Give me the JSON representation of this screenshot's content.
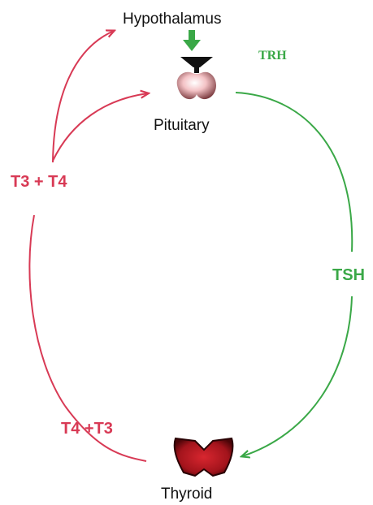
{
  "organs": {
    "hypothalamus": "Hypothalamus",
    "pituitary": "Pituitary",
    "thyroid": "Thyroid"
  },
  "hormones": {
    "trh": "TRH",
    "tsh": "TSH",
    "feedback_upper": "T3 + T4",
    "feedback_lower": "T4 +T3"
  },
  "colors": {
    "feedback_red": "#d83a55",
    "stimulation_green": "#3aa847",
    "thyroid_dark_red": "#7a0e14",
    "pituitary_pink": "#f2b9bd"
  },
  "icons": {
    "hypothalamus_arrow": "down-arrow-icon",
    "pituitary_gland": "pituitary-gland-icon",
    "thyroid_gland": "thyroid-gland-icon"
  }
}
